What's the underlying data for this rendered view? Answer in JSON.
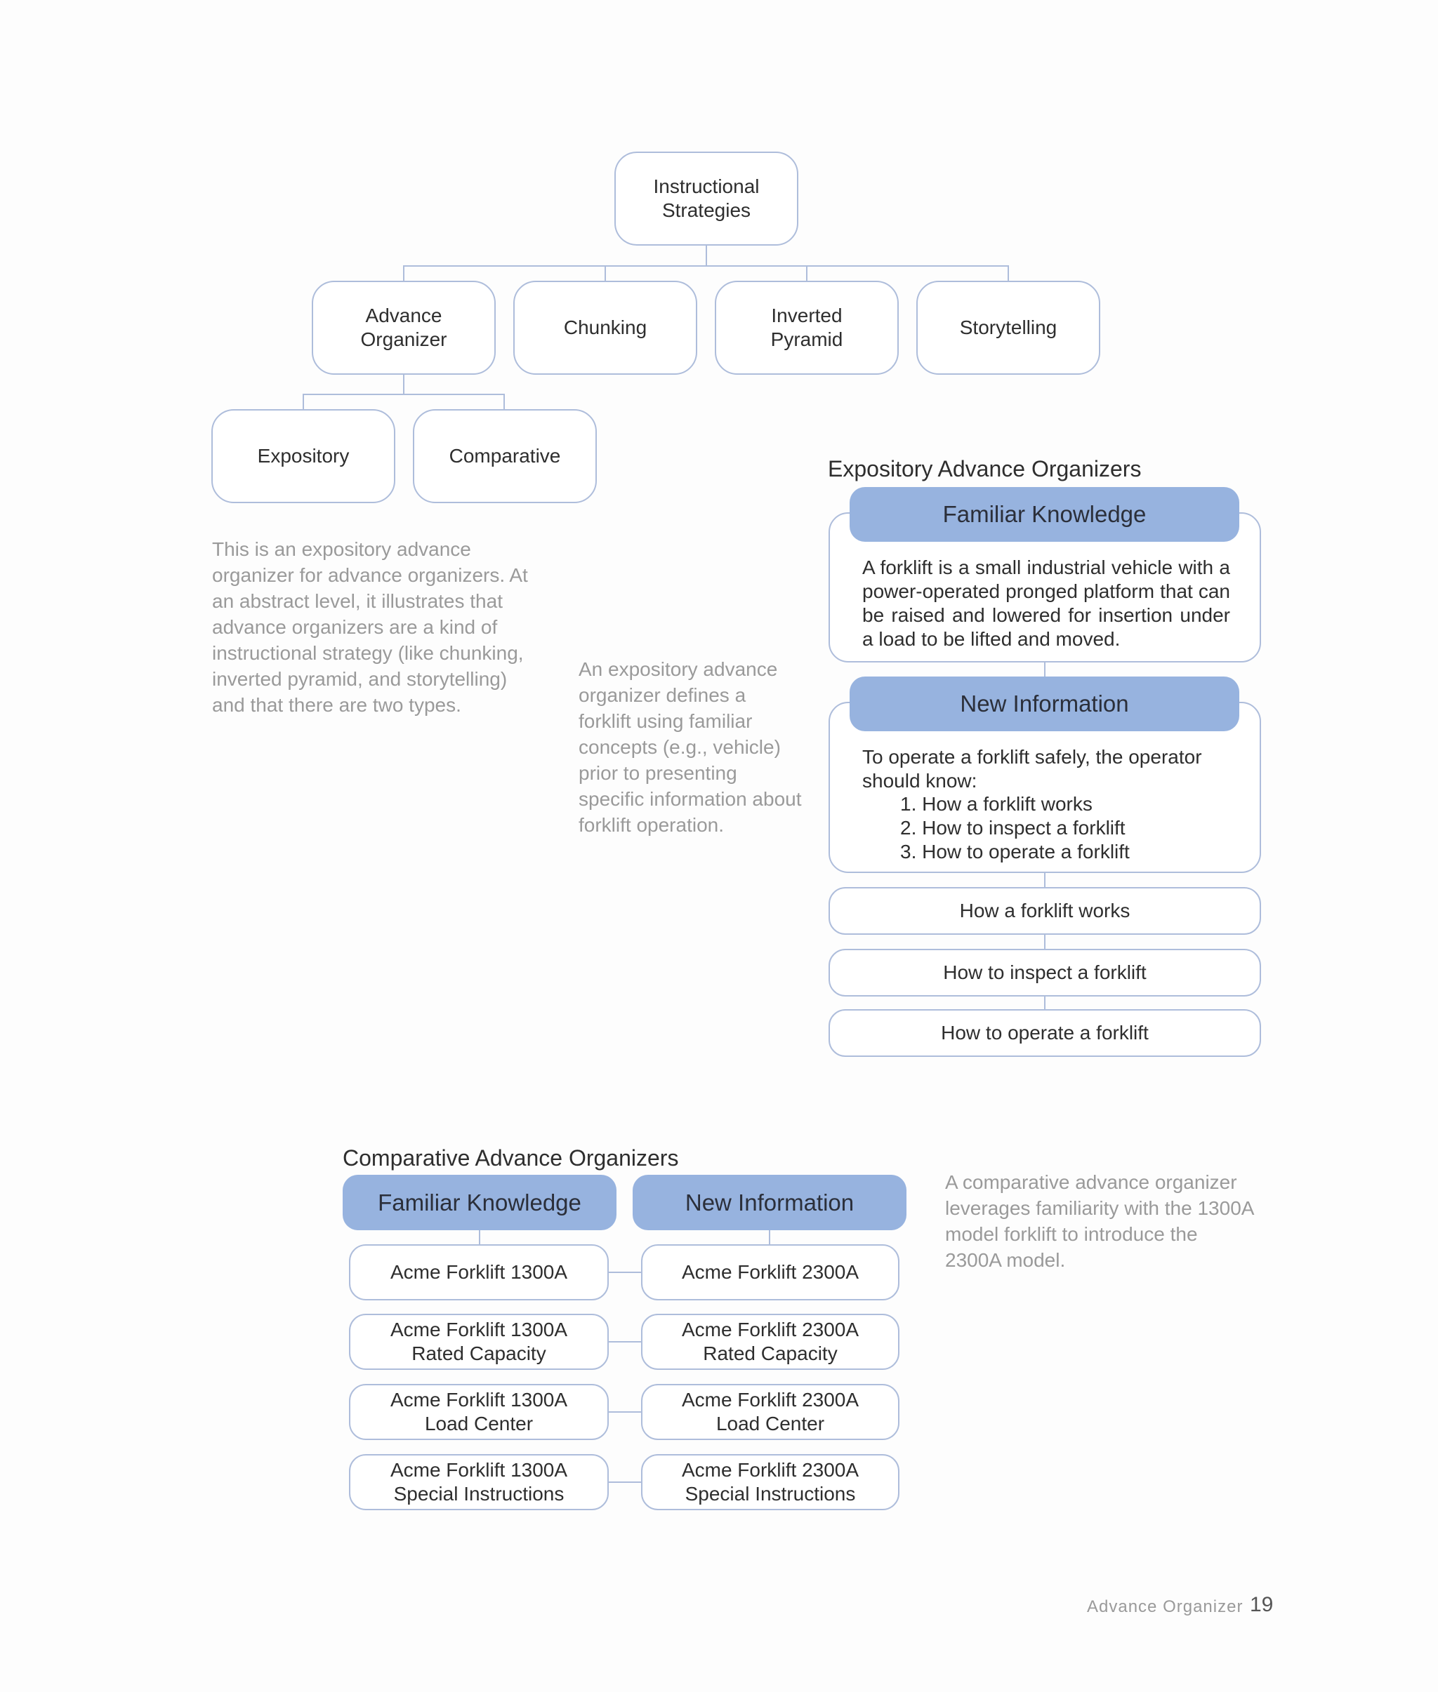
{
  "tree": {
    "root": "Instructional\nStrategies",
    "level1": [
      "Advance\nOrganizer",
      "Chunking",
      "Inverted\nPyramid",
      "Storytelling"
    ],
    "level2": [
      "Expository",
      "Comparative"
    ]
  },
  "captions": {
    "tree": "This is an expository advance organizer for advance organizers. At an abstract level, it illustrates that advance organizers are a kind of instructional strategy (like chunking, inverted pyramid, and storytelling) and that there are two types.",
    "expository": "An expository advance organizer defines a forklift using familiar concepts (e.g., vehicle) prior to presenting specific information about forklift operation.",
    "comparative": "A comparative advance organizer leverages familiarity with the 1300A model forklift to introduce the 2300A model."
  },
  "expository": {
    "title": "Expository Advance Organizers",
    "familiar_header": "Familiar Knowledge",
    "familiar_text": "A forklift is a small industrial vehicle with a power-operated pronged platform that can be raised and lowered for insertion under a load to be lifted and moved.",
    "new_header": "New Information",
    "new_intro": "To operate a forklift safely, the operator should know:",
    "new_list": [
      "1. How a forklift works",
      "2. How to inspect a forklift",
      "3. How to operate a forklift"
    ],
    "steps": [
      "How a forklift works",
      "How to inspect a forklift",
      "How to operate a forklift"
    ]
  },
  "comparative": {
    "title": "Comparative Advance Organizers",
    "familiar_header": "Familiar Knowledge",
    "new_header": "New Information",
    "left": [
      "Acme Forklift 1300A",
      "Acme Forklift 1300A\nRated Capacity",
      "Acme Forklift 1300A\nLoad Center",
      "Acme Forklift 1300A\nSpecial Instructions"
    ],
    "right": [
      "Acme Forklift 2300A",
      "Acme Forklift 2300A\nRated Capacity",
      "Acme Forklift 2300A\nLoad Center",
      "Acme Forklift 2300A\nSpecial Instructions"
    ]
  },
  "footer": {
    "label": "Advance Organizer",
    "page": "19"
  },
  "colors": {
    "border": "#aebddb",
    "header_fill": "#97b3df",
    "caption": "#9a9a9a"
  }
}
